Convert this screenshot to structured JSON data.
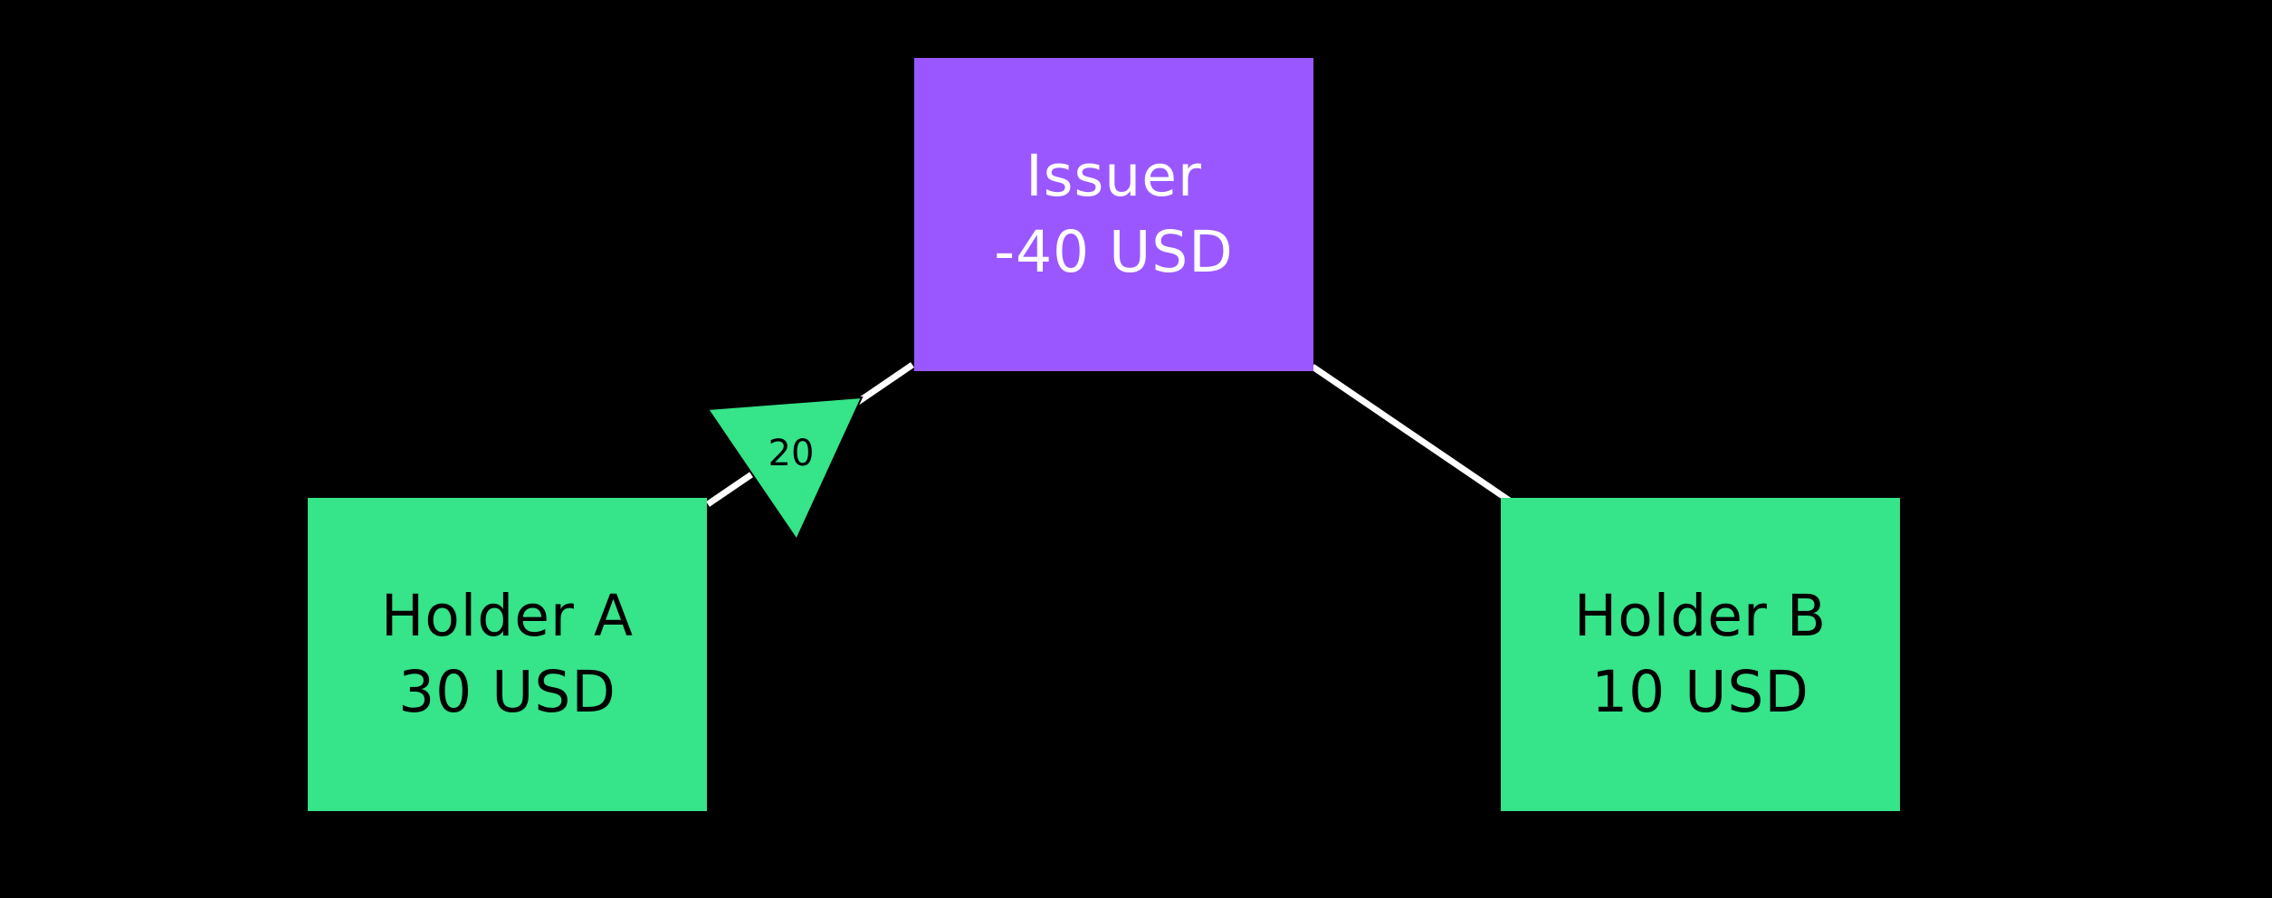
{
  "diagram": {
    "nodes": {
      "issuer": {
        "name": "Issuer",
        "balance": "-40 USD"
      },
      "holder_a": {
        "name": "Holder A",
        "balance": "30 USD"
      },
      "holder_b": {
        "name": "Holder B",
        "balance": "10 USD"
      }
    },
    "edges": [
      {
        "from": "Holder A",
        "to": "Issuer",
        "label": "20"
      },
      {
        "from": "Issuer",
        "to": "Holder B",
        "label": ""
      }
    ]
  },
  "colors": {
    "background": "#000000",
    "issuer": "#9a57ff",
    "holder": "#36e489",
    "edge": "#ffffff"
  }
}
